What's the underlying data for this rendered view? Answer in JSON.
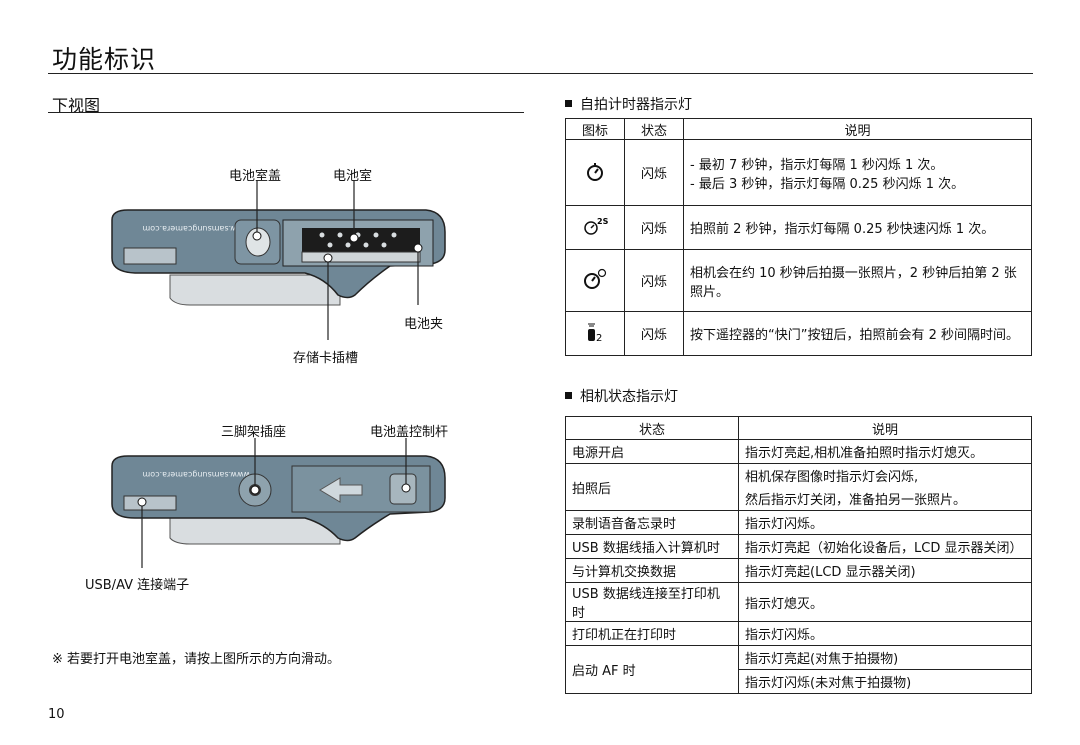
{
  "page": {
    "title": "功能标识",
    "section_title": "下视图",
    "page_number": "10",
    "note": "※ 若要打开电池室盖，请按上图所示的方向滑动。"
  },
  "diagram_top": {
    "labels": {
      "battery_cover": "电池室盖",
      "battery_chamber": "电池室",
      "battery_holder": "电池夹",
      "card_slot": "存储卡插槽"
    },
    "watermark": "www.samsungcamera.com"
  },
  "diagram_bottom": {
    "labels": {
      "tripod_socket": "三脚架插座",
      "cover_lever": "电池盖控制杆",
      "usb_av": "USB/AV 连接端子"
    },
    "watermark": "www.samsungcamera.com"
  },
  "self_timer": {
    "title": "自拍计时器指示灯",
    "headers": [
      "图标",
      "状态",
      "说明"
    ],
    "rows": [
      {
        "icon": "self-timer-10s-icon",
        "status": "闪烁",
        "desc1": "- 最初 7 秒钟，指示灯每隔 1 秒闪烁 1 次。",
        "desc2": "- 最后 3 秒钟，指示灯每隔 0.25 秒闪烁 1 次。"
      },
      {
        "icon": "self-timer-2s-icon",
        "icon_text": "2S",
        "status": "闪烁",
        "desc1": "拍照前 2 秒钟，指示灯每隔 0.25 秒快速闪烁 1 次。"
      },
      {
        "icon": "double-self-timer-icon",
        "status": "闪烁",
        "desc1": "相机会在约 10 秒钟后拍摄一张照片，2 秒钟后拍第 2 张",
        "desc2": "照片。"
      },
      {
        "icon": "remote-control-icon",
        "icon_text": "2",
        "status": "闪烁",
        "desc1": "按下遥控器的“快门”按钮后，拍照前会有 2 秒间隔时间。"
      }
    ]
  },
  "camera_status": {
    "title": "相机状态指示灯",
    "headers": [
      "状态",
      "说明"
    ],
    "rows": [
      {
        "status": "电源开启",
        "desc": [
          "指示灯亮起,相机准备拍照时指示灯熄灭。"
        ]
      },
      {
        "status": "拍照后",
        "desc": [
          "相机保存图像时指示灯会闪烁,",
          "然后指示灯关闭，准备拍另一张照片。"
        ]
      },
      {
        "status": "录制语音备忘录时",
        "desc": [
          "指示灯闪烁。"
        ]
      },
      {
        "status": "USB 数据线插入计算机时",
        "desc": [
          "指示灯亮起（初始化设备后，LCD 显示器关闭）"
        ]
      },
      {
        "status": "与计算机交换数据",
        "desc": [
          "指示灯亮起(LCD 显示器关闭)"
        ]
      },
      {
        "status": "USB 数据线连接至打印机时",
        "desc": [
          "指示灯熄灭。"
        ]
      },
      {
        "status": "打印机正在打印时",
        "desc": [
          "指示灯闪烁。"
        ]
      },
      {
        "status": "启动 AF 时",
        "desc": [
          "指示灯亮起(对焦于拍摄物)",
          "指示灯闪烁(未对焦于拍摄物)"
        ]
      }
    ]
  }
}
